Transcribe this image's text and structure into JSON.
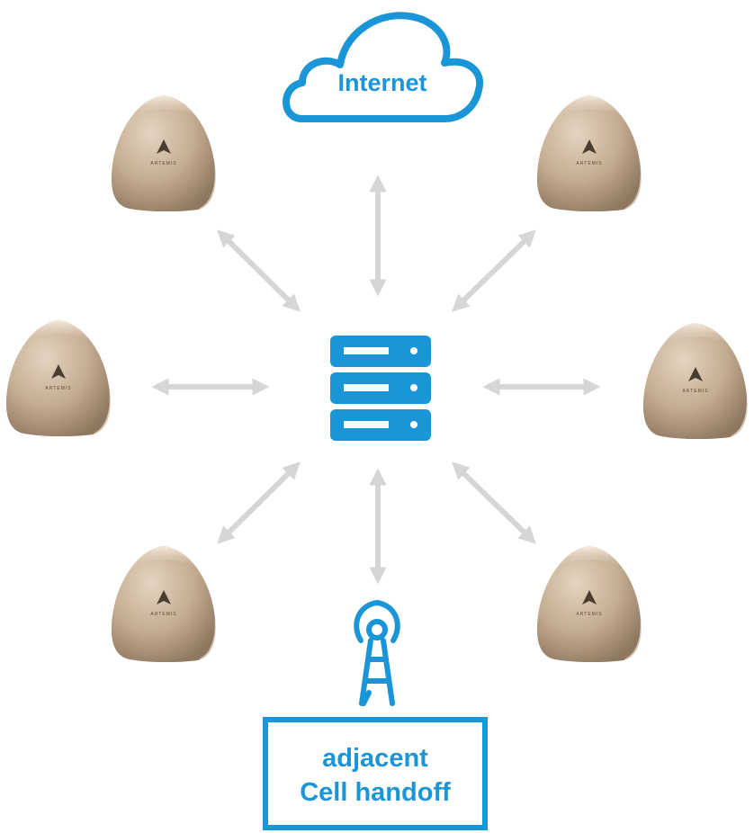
{
  "cloud": {
    "label": "Internet"
  },
  "handoff_box": {
    "line1": "adjacent",
    "line2": "Cell handoff"
  },
  "node_logo": "ARTEMIS",
  "colors": {
    "accent": "#1a96d8",
    "arrow": "#d6d6d6",
    "node_fill": "#c4ad92"
  },
  "icons": {
    "server": "server-icon",
    "tower": "cell-tower-icon",
    "cloud": "cloud-icon",
    "node": "access-node"
  }
}
